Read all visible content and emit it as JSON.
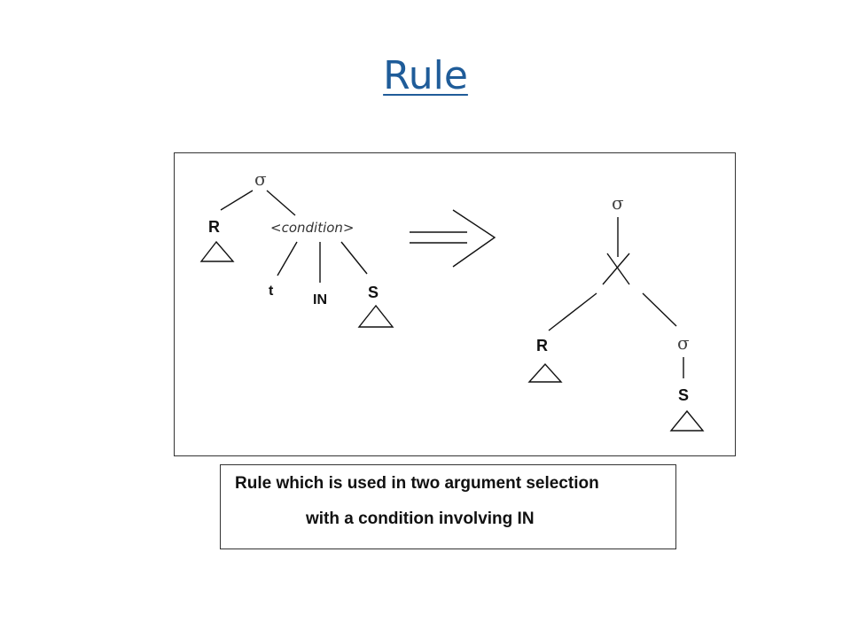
{
  "title": "Rule",
  "diagram": {
    "left_tree": {
      "root_symbol": "σ",
      "left_child": "R",
      "condition": "<condition>",
      "condition_children": [
        "t",
        "IN",
        "S"
      ]
    },
    "right_tree": {
      "root_symbol": "σ",
      "join_symbol": "×",
      "left_child": "R",
      "right_symbol": "σ",
      "right_leaf": "S"
    },
    "arrow": "⟹"
  },
  "caption": {
    "line1": "Rule which is used in two argument selection",
    "line2": "with a condition involving IN"
  }
}
